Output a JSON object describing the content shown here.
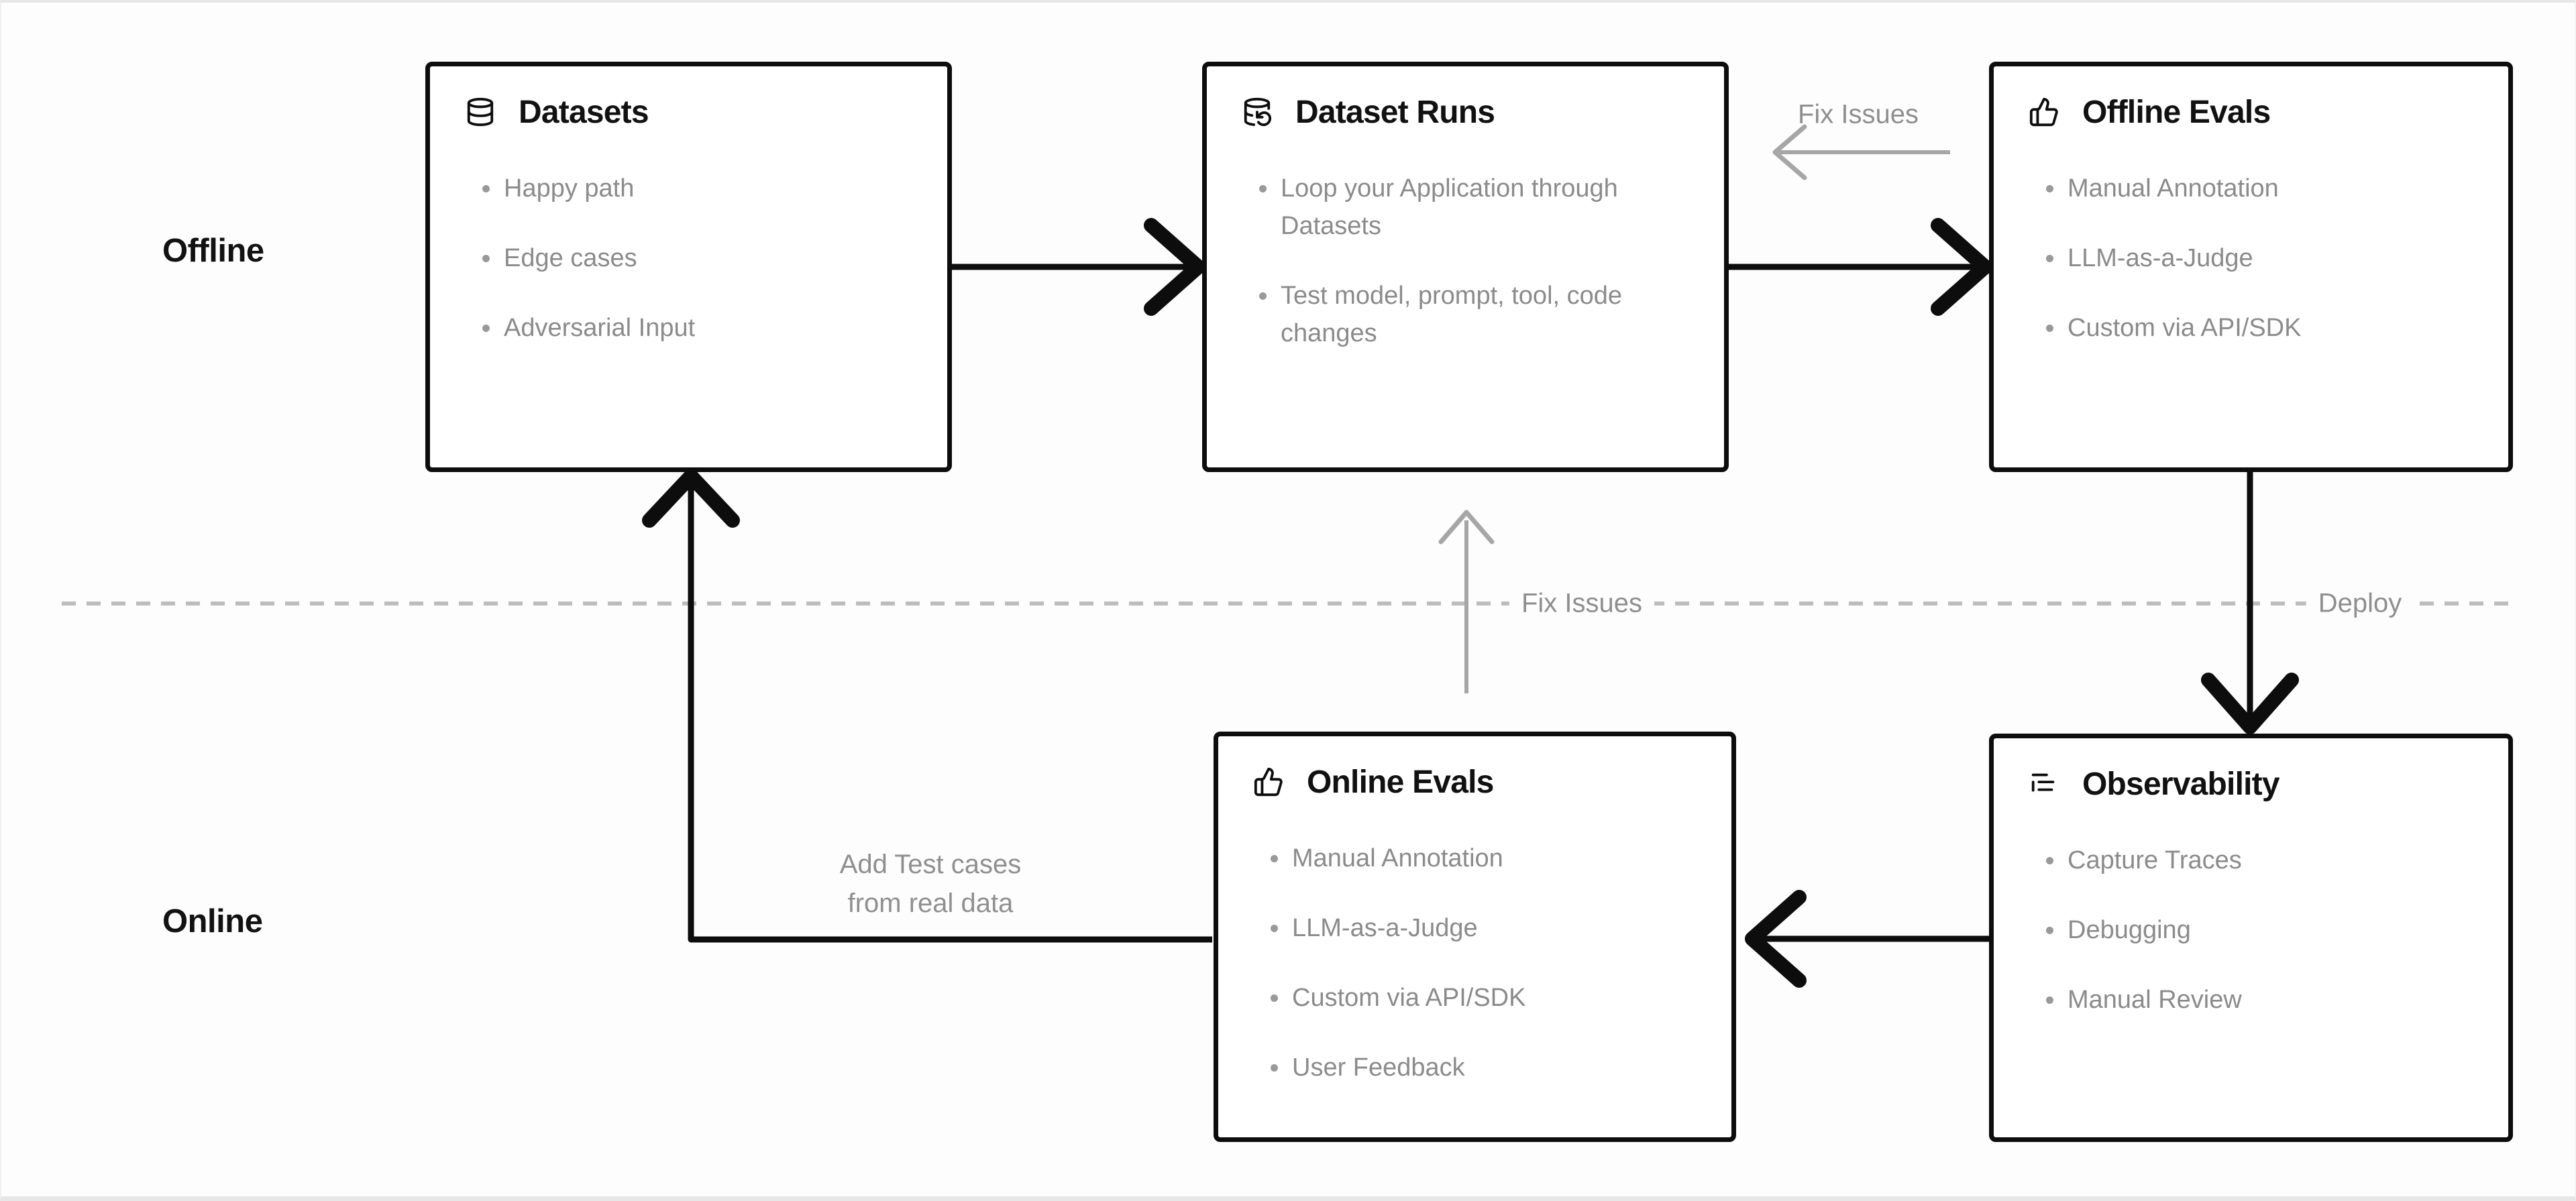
{
  "diagram": {
    "lanes": {
      "offline": "Offline",
      "online": "Online"
    },
    "boxes": [
      {
        "title": "Datasets",
        "icon": "database-icon",
        "bullets": [
          "Happy path",
          "Edge cases",
          "Adversarial Input"
        ]
      },
      {
        "title": "Dataset Runs",
        "icon": "database-backup-icon",
        "bullets": [
          "Loop your Application through Datasets",
          "Test model, prompt, tool, code changes"
        ]
      },
      {
        "title": "Offline Evals",
        "icon": "thumbs-up-icon",
        "bullets": [
          "Manual Annotation",
          "LLM-as-a-Judge",
          "Custom via API/SDK"
        ]
      },
      {
        "title": "Online Evals",
        "icon": "thumbs-up-icon",
        "bullets": [
          "Manual Annotation",
          "LLM-as-a-Judge",
          "Custom via API/SDK",
          "User Feedback"
        ]
      },
      {
        "title": "Observability",
        "icon": "trace-list-icon",
        "bullets": [
          "Capture Traces",
          "Debugging",
          "Manual Review"
        ]
      }
    ],
    "edge_labels": {
      "fix_issues_top": "Fix Issues",
      "fix_issues_middle": "Fix Issues",
      "deploy": "Deploy",
      "add_test_cases_line1": "Add Test cases",
      "add_test_cases_line2": "from real data"
    },
    "colors": {
      "box_border": "#0d0d0d",
      "title_text": "#111111",
      "bullet_text": "#8b8b8b",
      "label_text": "#8f8f8f",
      "black_arrow": "#0d0d0d",
      "gray_arrow": "#a6a6a6",
      "dashed_divider": "#bdbdbd",
      "background": "#fdfdfd"
    }
  }
}
